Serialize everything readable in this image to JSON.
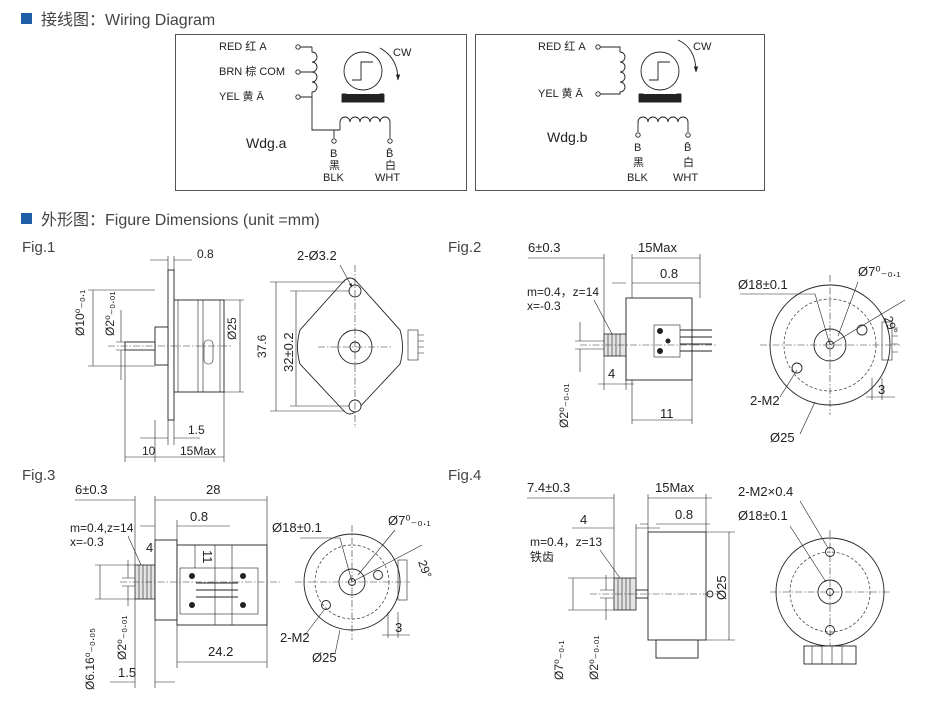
{
  "sections": {
    "wiring_title": "接线图：Wiring Diagram",
    "dimensions_title": "外形图：Figure Dimensions (unit =mm)"
  },
  "wiring": {
    "a": {
      "red": "RED 红 A",
      "brn": "BRN 棕 COM",
      "yel": "YEL 黄 Ā",
      "name": "Wdg.a",
      "cw": "CW",
      "b": "B",
      "blk_cn": "黑",
      "blk": "BLK",
      "bbar": "B̄",
      "wht_cn": "白",
      "wht": "WHT"
    },
    "b": {
      "red": "RED 红 A",
      "yel": "YEL 黄 Ā",
      "name": "Wdg.b",
      "cw": "CW",
      "b": "B",
      "blk_cn": "黑",
      "blk": "BLK",
      "bbar": "B̄",
      "wht_cn": "白",
      "wht": "WHT"
    }
  },
  "fig1": {
    "label": "Fig.1",
    "d10": "Ø10⁰₋₀.₁",
    "d2": "Ø2⁰₋₀.₀₁",
    "t08": "0.8",
    "d25": "Ø25",
    "h376": "37.6",
    "h32": "32±0.2",
    "holes": "2-Ø3.2",
    "l15": "1.5",
    "l10": "10",
    "max15": "15Max"
  },
  "fig2": {
    "label": "Fig.2",
    "l6": "6±0.3",
    "max15": "15Max",
    "t08": "0.8",
    "gear1": "m=0.4，z=14",
    "gear2": "x=-0.3",
    "l4": "4",
    "l11": "11",
    "d2": "Ø2⁰₋₀.₀₁",
    "d18": "Ø18±0.1",
    "d7": "Ø7⁰₋₀.₁",
    "ang": "29°",
    "l3": "3",
    "m2": "2-M2",
    "d25": "Ø25"
  },
  "fig3": {
    "label": "Fig.3",
    "l6": "6±0.3",
    "l28": "28",
    "t08": "0.8",
    "gear1": "m=0.4,z=14",
    "gear2": "x=-0.3",
    "l4": "4",
    "l11": "11",
    "d616": "Ø6.16⁰₋₀.₀₅",
    "d2": "Ø2⁰₋₀.₀₁",
    "l15": "1.5",
    "l242": "24.2",
    "d18": "Ø18±0.1",
    "d7": "Ø7⁰₋₀.₁",
    "ang": "29°",
    "m2": "2-M2",
    "l3": "3",
    "d25": "Ø25"
  },
  "fig4": {
    "label": "Fig.4",
    "l74": "7.4±0.3",
    "max15": "15Max",
    "l4": "4",
    "t08": "0.8",
    "gear": "m=0.4，z=13",
    "gear_cn": "铁齿",
    "d25": "Ø25",
    "d7": "Ø7⁰₋₀.₁",
    "d2": "Ø2⁰₋₀.₀₁",
    "m2x": "2-M2×0.4",
    "d18": "Ø18±0.1"
  }
}
